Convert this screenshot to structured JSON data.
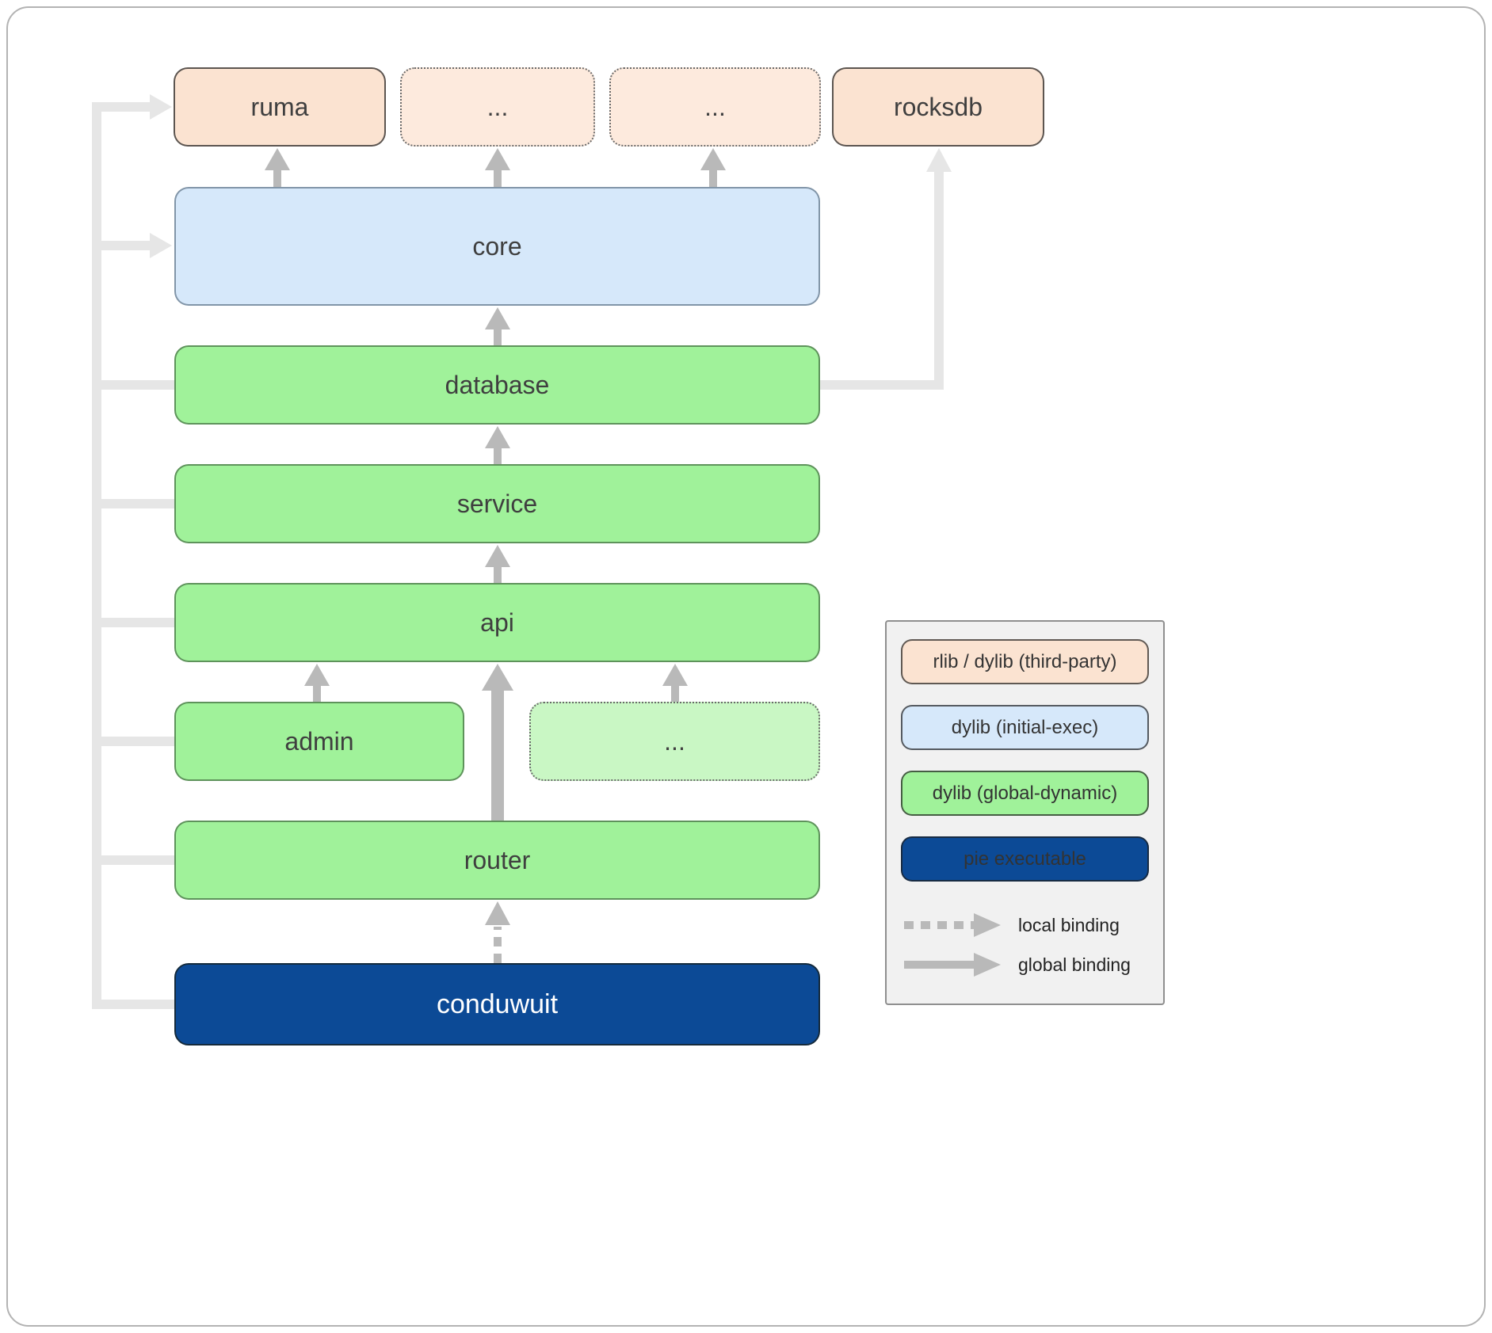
{
  "diagram": {
    "nodes": {
      "ruma": {
        "label": "ruma"
      },
      "ellipsis1": {
        "label": "..."
      },
      "ellipsis2": {
        "label": "..."
      },
      "rocksdb": {
        "label": "rocksdb"
      },
      "core": {
        "label": "core"
      },
      "database": {
        "label": "database"
      },
      "service": {
        "label": "service"
      },
      "api": {
        "label": "api"
      },
      "admin": {
        "label": "admin"
      },
      "ellipsis3": {
        "label": "..."
      },
      "router": {
        "label": "router"
      },
      "conduwuit": {
        "label": "conduwuit"
      }
    },
    "colors": {
      "third_party": "#fbe3d1",
      "third_party_light": "#fdeadd",
      "initial_exec": "#d6e8fa",
      "global_dynamic": "#a0f29a",
      "global_dynamic_light": "#c9f7c4",
      "pie_executable": "#0c4a96",
      "arrow_gray": "#b9b9b9",
      "line_light": "#e6e6e6",
      "legend_bg": "#f1f1f1"
    },
    "legend": {
      "items": [
        {
          "label": "rlib / dylib (third-party)",
          "type": "third_party"
        },
        {
          "label": "dylib (initial-exec)",
          "type": "initial_exec"
        },
        {
          "label": "dylib (global-dynamic)",
          "type": "global_dynamic"
        },
        {
          "label": "pie executable",
          "type": "pie_executable"
        }
      ],
      "bindings": [
        {
          "label": "local binding",
          "style": "dashed"
        },
        {
          "label": "global binding",
          "style": "solid"
        }
      ]
    }
  }
}
